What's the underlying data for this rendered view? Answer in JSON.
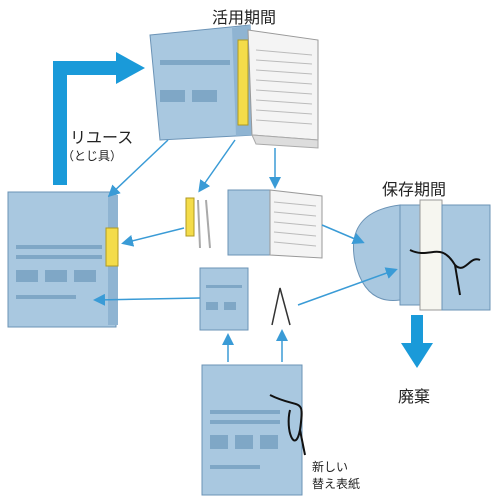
{
  "labels": {
    "usage_period": "活用期間",
    "reuse": "リユース",
    "reuse_sub": "（とじ具）",
    "storage_period": "保存期間",
    "disposal": "廃棄",
    "new_cover_line1": "新しい",
    "new_cover_line2": "替え表紙"
  },
  "colors": {
    "flow_arrow": "#1a9ad9",
    "thin_arrow": "#3a9bd6",
    "folder_blue": "#a9c8e0",
    "folder_dark": "#7fa7c6",
    "clip_yellow": "#f4dc4a",
    "tie_black": "#111111"
  },
  "icons": {
    "clip": "binding-clip-icon",
    "wire": "wire-fastener-icon"
  }
}
